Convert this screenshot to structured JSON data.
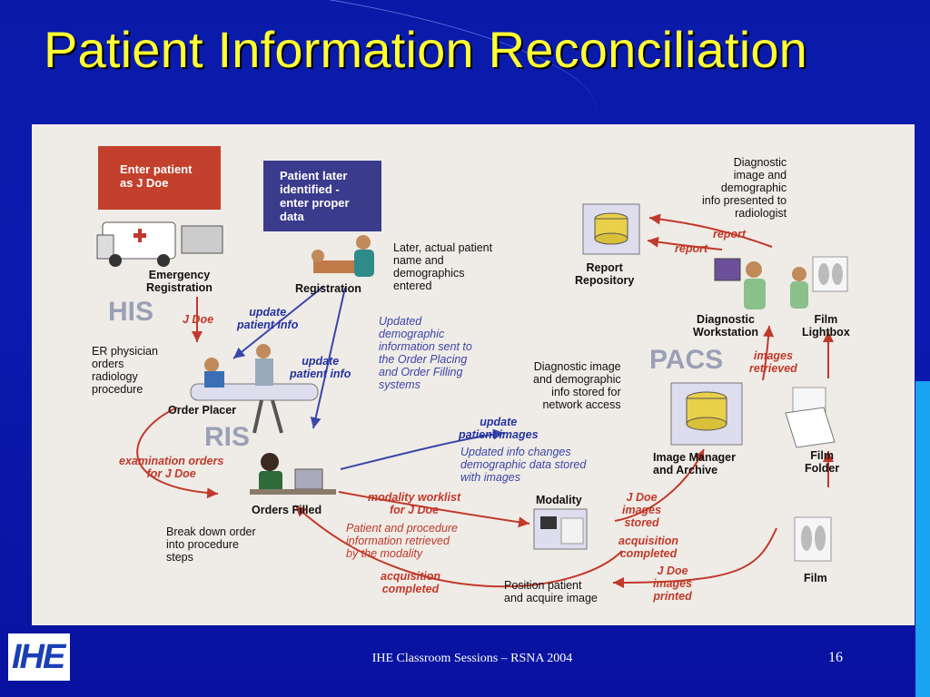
{
  "slide": {
    "title": "Patient Information Reconciliation",
    "footer": "IHE Classroom Sessions – RSNA 2004",
    "page_number": "16",
    "logo_text": "IHE"
  },
  "diagram": {
    "enter_patient": "Enter patient\nas J Doe",
    "patient_later": "Patient later\nidentified -\nenter proper\ndata",
    "emergency_registration": "Emergency\nRegistration",
    "registration": "Registration",
    "later_actual": "Later, actual patient\nname and\ndemographics\nentered",
    "his": "HIS",
    "ris": "RIS",
    "pacs": "PACS",
    "j_doe": "J Doe",
    "update_patient_info_1": "update\npatient info",
    "update_patient_info_2": "update\npatient info",
    "updated_demographic": "Updated\ndemographic\ninformation sent to\nthe Order Placing\nand Order Filling\nsystems",
    "er_physician": "ER physician\norders\nradiology\nprocedure",
    "order_placer": "Order Placer",
    "examination_orders": "examination orders\nfor J Doe",
    "orders_filled": "Orders Filled",
    "break_down": "Break down order\ninto procedure\nsteps",
    "modality_worklist": "modality worklist\nfor J Doe",
    "patient_procedure": "Patient and procedure\ninformation retrieved\nby the modality",
    "acquisition_completed_1": "acquisition\ncompleted",
    "update_patient_images": "update\npatient images",
    "updated_info_changes": "Updated info changes\ndemographic data stored\nwith images",
    "modality": "Modality",
    "position_patient": "Position patient\nand acquire image",
    "j_doe_images_stored": "J Doe\nimages\nstored",
    "acquisition_completed_2": "acquisition\ncompleted",
    "j_doe_images_printed": "J Doe\nimages\nprinted",
    "film": "Film",
    "film_folder": "Film\nFolder",
    "image_manager": "Image Manager\nand Archive",
    "diagnostic_image_stored": "Diagnostic image\nand demographic\ninfo stored for\nnetwork access",
    "images_retrieved": "images\nretrieved",
    "diagnostic_workstation": "Diagnostic\nWorkstation",
    "film_lightbox": "Film\nLightbox",
    "report_1": "report",
    "report_2": "report",
    "report_repository": "Report\nRepository",
    "diagnostic_presented": "Diagnostic\nimage and\ndemographic\ninfo presented to\nradiologist"
  },
  "colors": {
    "background": "#0a1aa8",
    "title": "#ffff33",
    "red_box": "#c2402c",
    "purple_box": "#3b3b8d",
    "arrow_red": "#c0392b",
    "arrow_blue": "#3a46a8"
  }
}
